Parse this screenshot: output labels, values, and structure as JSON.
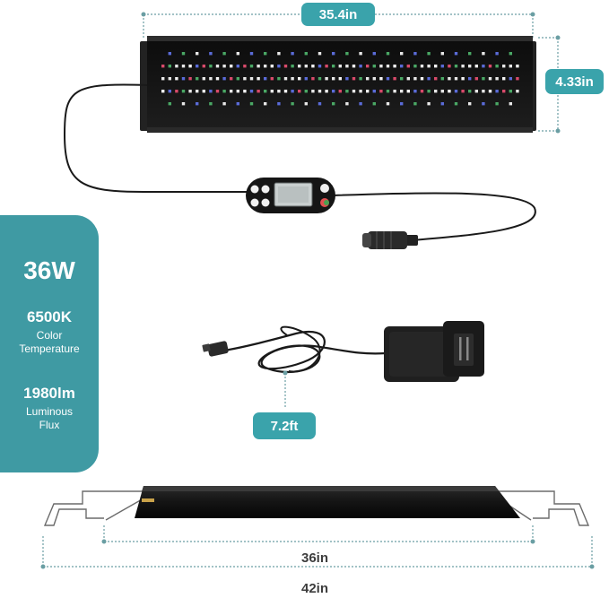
{
  "dimensions": {
    "top_width": "35.4in",
    "height": "4.33in",
    "cord_length": "7.2ft",
    "bottom_width": "36in",
    "bracket_width": "42in"
  },
  "specs": {
    "wattage": "36W",
    "color_temp_value": "6500K",
    "color_temp_line1": "Color",
    "color_temp_line2": "Temperature",
    "lumens_value": "1980lm",
    "lumens_line1": "Luminous",
    "lumens_line2": "Flux"
  },
  "colors": {
    "accent": "#3f9aa3",
    "pill": "#3aa3ab",
    "dim_line": "#6a9ea3",
    "dark_text": "#3d3d3d"
  }
}
